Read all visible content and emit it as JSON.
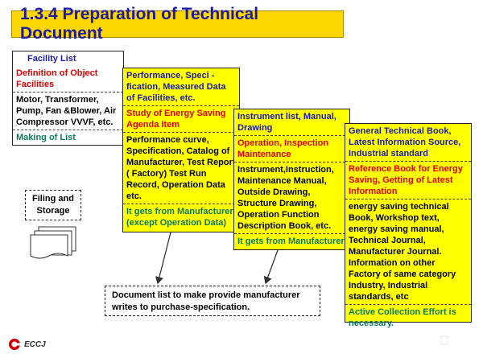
{
  "title": "1.3.4  Preparation of Technical Document",
  "card1": {
    "header": "Facility List",
    "definition": "Definition of Object Facilities",
    "items": "Motor, Transformer, Pump, Fan &Blower, Air Compressor VVVF, etc.",
    "footer": "Making of List"
  },
  "card2": {
    "header": "Performance, Speci -fication, Measured Data of Facilities, etc.",
    "study": "Study of Energy Saving Agenda Item",
    "items": "Performance curve, Specification, Catalog of Manufacturer, Test Report ( Factory) Test Run Record, Operation Data etc.",
    "source": "It gets from Manufacturer (except Operation Data)"
  },
  "card3": {
    "header": "Instrument list, Manual, Drawing",
    "operation": "Operation, Inspection Maintenance",
    "items": "Instrument,Instruction, Maintenance Manual, Outside Drawing, Structure Drawing, Operation Function Description Book, etc.",
    "source": "It gets from Manufacturer"
  },
  "card4": {
    "header": "General Technical Book, Latest Information Source, Industrial standard",
    "reference": "Reference Book for Energy Saving, Getting of Latest Information",
    "items": "energy saving technical Book, Workshop text, energy saving manual, Technical Journal, Manufacturer Journal. Information on other Factory of same category Industry, Industrial standards, etc",
    "effort": "Active Collection Effort is necessary."
  },
  "filing": "Filing and Storage",
  "doc_note": "Document list to make provide manufacturer writes to purchase-specification.",
  "logo_text": "ECCJ",
  "colors": {
    "title_bg": "#ffd700",
    "title_text": "#1a1aa6",
    "card_bg": "#ffff00",
    "red_text": "#e00000",
    "green_text": "#0a7a5a"
  }
}
